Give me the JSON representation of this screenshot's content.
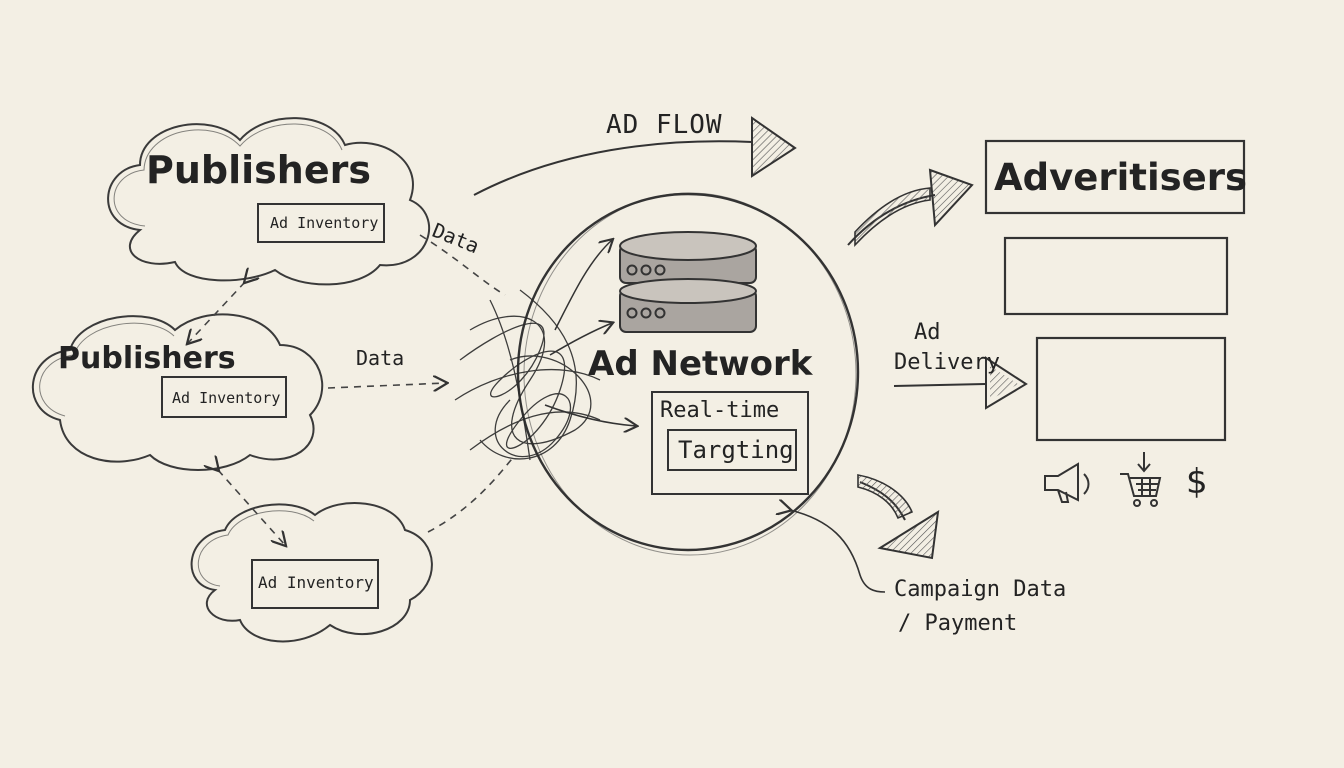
{
  "diagram": {
    "ad_flow": "AD FLOW",
    "publishers": [
      {
        "title": "Publishers",
        "inventory": "Ad Inventory"
      },
      {
        "title": "Publishers",
        "inventory": "Ad Inventory"
      },
      {
        "inventory": "Ad Inventory"
      }
    ],
    "data_labels": [
      "Data",
      "Data"
    ],
    "ad_network": {
      "title": "Ad Network",
      "line1": "Real-time",
      "line2": "Targting"
    },
    "advertisers": {
      "title": "Adveritisers"
    },
    "ad_delivery": {
      "line1": "Ad",
      "line2": "Delivery"
    },
    "campaign": {
      "line1": "Campaign Data",
      "line2": "/ Payment"
    },
    "icons": [
      "megaphone-icon",
      "shopping-cart-icon",
      "dollar-icon"
    ],
    "colors": {
      "paper": "#f3efe4",
      "ink": "#2a2a2a"
    }
  }
}
